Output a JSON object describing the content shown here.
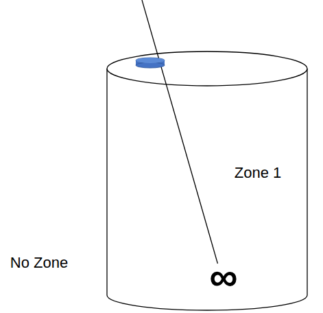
{
  "diagram": {
    "nodes": [
      {
        "text": [
          "Zone 1"
        ]
      }
    ],
    "labels": [
      "No Zone",
      "∞"
    ]
  }
}
